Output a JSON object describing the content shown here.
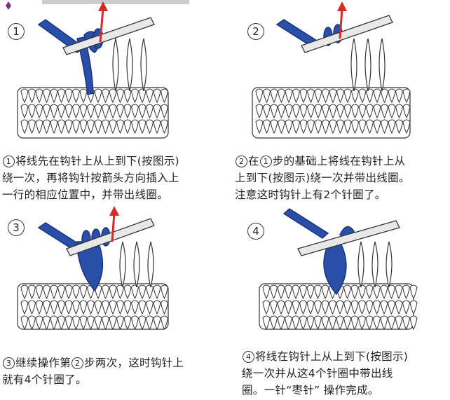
{
  "steps": [
    {
      "num": "1",
      "caption_lines": [
        "{c}将线先在钩针上从上到下(按图示)",
        "绕一次，再将钩针按箭头方向插入上",
        "一行的相应位置中，并带出线圈。"
      ],
      "circle_ref": "1"
    },
    {
      "num": "2",
      "caption_lines": [
        "{c}在{c2}步的基础上将线在钩针上从",
        "上到下(按图示)绕一次并带出线圈。",
        "注意这时钩针上有2个针圈了。"
      ],
      "circle_ref": "2",
      "circle_ref2": "1"
    },
    {
      "num": "3",
      "caption_lines": [
        "{c}继续操作第{c2}步两次，这时钩针上",
        "就有4个针圈了。"
      ],
      "circle_ref": "3",
      "circle_ref2": "2"
    },
    {
      "num": "4",
      "caption_lines": [
        "{c}将线在钩针上从上到下(按图示)",
        "绕一次并从这4个针圈中带出线",
        "圈。一针“枣针” 操作完成。"
      ],
      "circle_ref": "4"
    }
  ],
  "colors": {
    "yarn": "#2a4fa8",
    "yarn_dark": "#1a3480",
    "arrow": "#d42a2a",
    "hook": "#e8e8e8",
    "outline": "#333333",
    "accent": "#7a2f8a"
  },
  "icons": {
    "step_marker": "circled-number",
    "header": "diamond-icon"
  }
}
